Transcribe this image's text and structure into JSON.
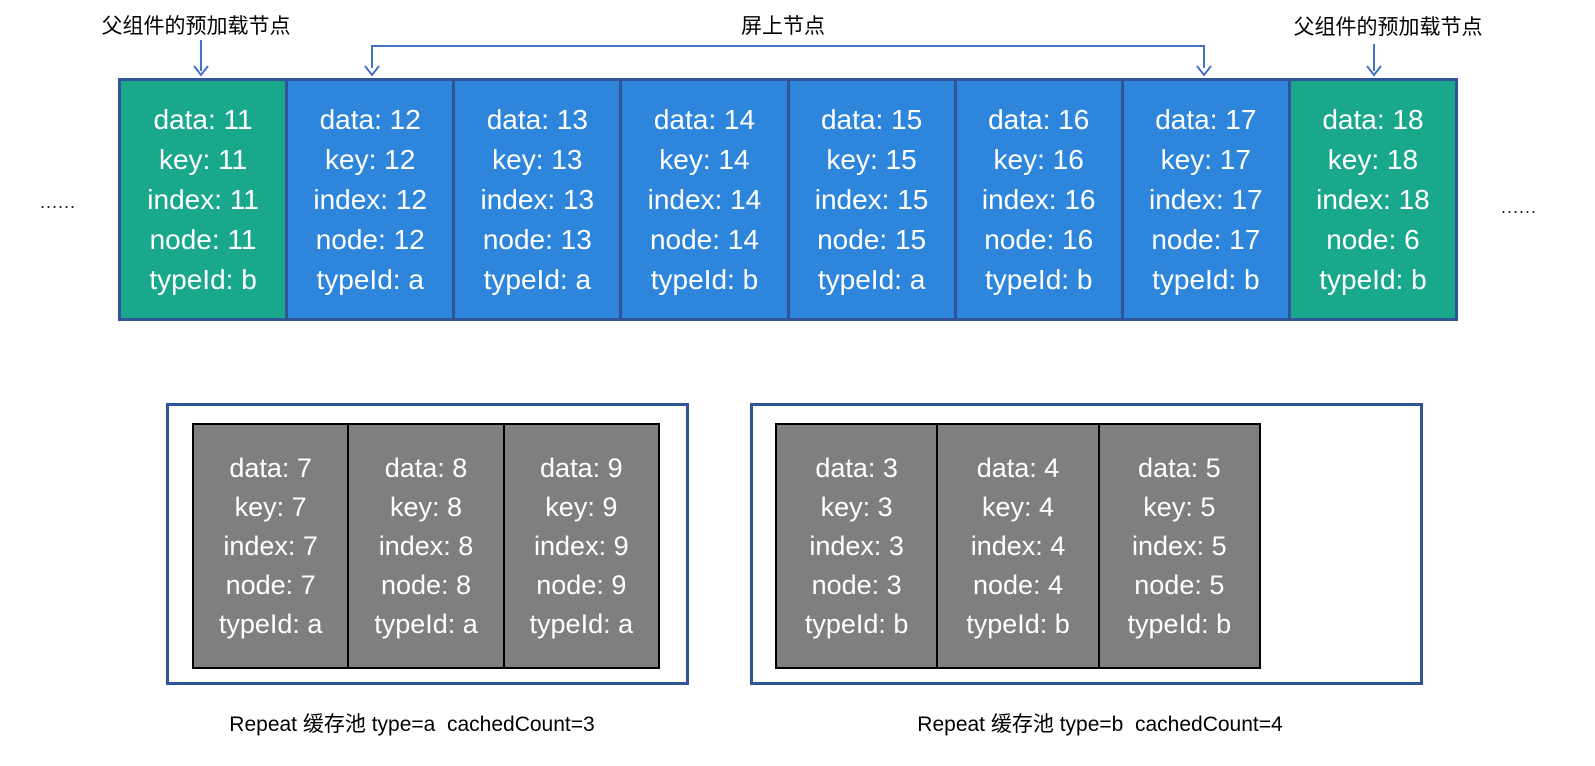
{
  "colors": {
    "preload_green": "#19a88c",
    "onscreen_blue": "#2e86dc",
    "row_border_navy": "#2f5597",
    "arrow_blue": "#4472c4",
    "pool_card_gray": "#7f7f7f",
    "pool_card_border": "#000000",
    "pool_box_border": "#2f5597"
  },
  "annotations": {
    "preload_left": "父组件的预加载节点",
    "onscreen": "屏上节点",
    "preload_right": "父组件的预加载节点",
    "ellipsis_left": "......",
    "ellipsis_right": "......"
  },
  "top_row": {
    "cards": [
      {
        "variant": "preload",
        "lines": [
          "data: 11",
          "key: 11",
          "index: 11",
          "node: 11",
          "typeId: b"
        ]
      },
      {
        "variant": "onscreen",
        "lines": [
          "data: 12",
          "key: 12",
          "index: 12",
          "node: 12",
          "typeId: a"
        ]
      },
      {
        "variant": "onscreen",
        "lines": [
          "data: 13",
          "key: 13",
          "index: 13",
          "node: 13",
          "typeId: a"
        ]
      },
      {
        "variant": "onscreen",
        "lines": [
          "data: 14",
          "key: 14",
          "index: 14",
          "node: 14",
          "typeId: b"
        ]
      },
      {
        "variant": "onscreen",
        "lines": [
          "data: 15",
          "key: 15",
          "index: 15",
          "node: 15",
          "typeId: a"
        ]
      },
      {
        "variant": "onscreen",
        "lines": [
          "data: 16",
          "key: 16",
          "index: 16",
          "node: 16",
          "typeId: b"
        ]
      },
      {
        "variant": "onscreen",
        "lines": [
          "data: 17",
          "key: 17",
          "index: 17",
          "node: 17",
          "typeId: b"
        ]
      },
      {
        "variant": "preload",
        "lines": [
          "data: 18",
          "key: 18",
          "index: 18",
          "node: 6",
          "typeId: b"
        ]
      }
    ]
  },
  "pools": [
    {
      "caption": "Repeat 缓存池 type=a  cachedCount=3",
      "cards": [
        {
          "lines": [
            "data: 7",
            "key: 7",
            "index: 7",
            "node: 7",
            "typeId: a"
          ]
        },
        {
          "lines": [
            "data: 8",
            "key: 8",
            "index: 8",
            "node: 8",
            "typeId: a"
          ]
        },
        {
          "lines": [
            "data: 9",
            "key: 9",
            "index: 9",
            "node: 9",
            "typeId: a"
          ]
        }
      ]
    },
    {
      "caption": "Repeat 缓存池 type=b  cachedCount=4",
      "cards": [
        {
          "lines": [
            "data: 3",
            "key: 3",
            "index: 3",
            "node: 3",
            "typeId: b"
          ]
        },
        {
          "lines": [
            "data: 4",
            "key: 4",
            "index: 4",
            "node: 4",
            "typeId: b"
          ]
        },
        {
          "lines": [
            "data: 5",
            "key: 5",
            "index: 5",
            "node: 5",
            "typeId: b"
          ]
        }
      ]
    }
  ]
}
